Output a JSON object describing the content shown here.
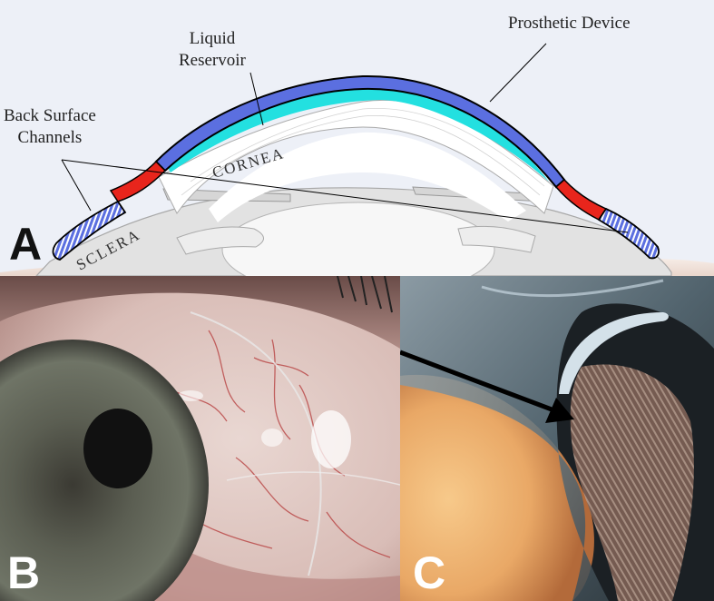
{
  "panels": {
    "a": {
      "letter": "A",
      "labels": {
        "liquid_reservoir": [
          "Liquid",
          "Reservoir"
        ],
        "prosthetic_device": "Prosthetic Device",
        "back_surface_channels": [
          "Back Surface",
          "Channels"
        ],
        "cornea": "CORNEA",
        "sclera": "SCLERA"
      },
      "colors": {
        "device": "#5b6fe0",
        "reservoir": "#23e0e0",
        "haptic": "#e8251c",
        "background": "#edf0f7"
      }
    },
    "b": {
      "letter": "B"
    },
    "c": {
      "letter": "C"
    }
  }
}
